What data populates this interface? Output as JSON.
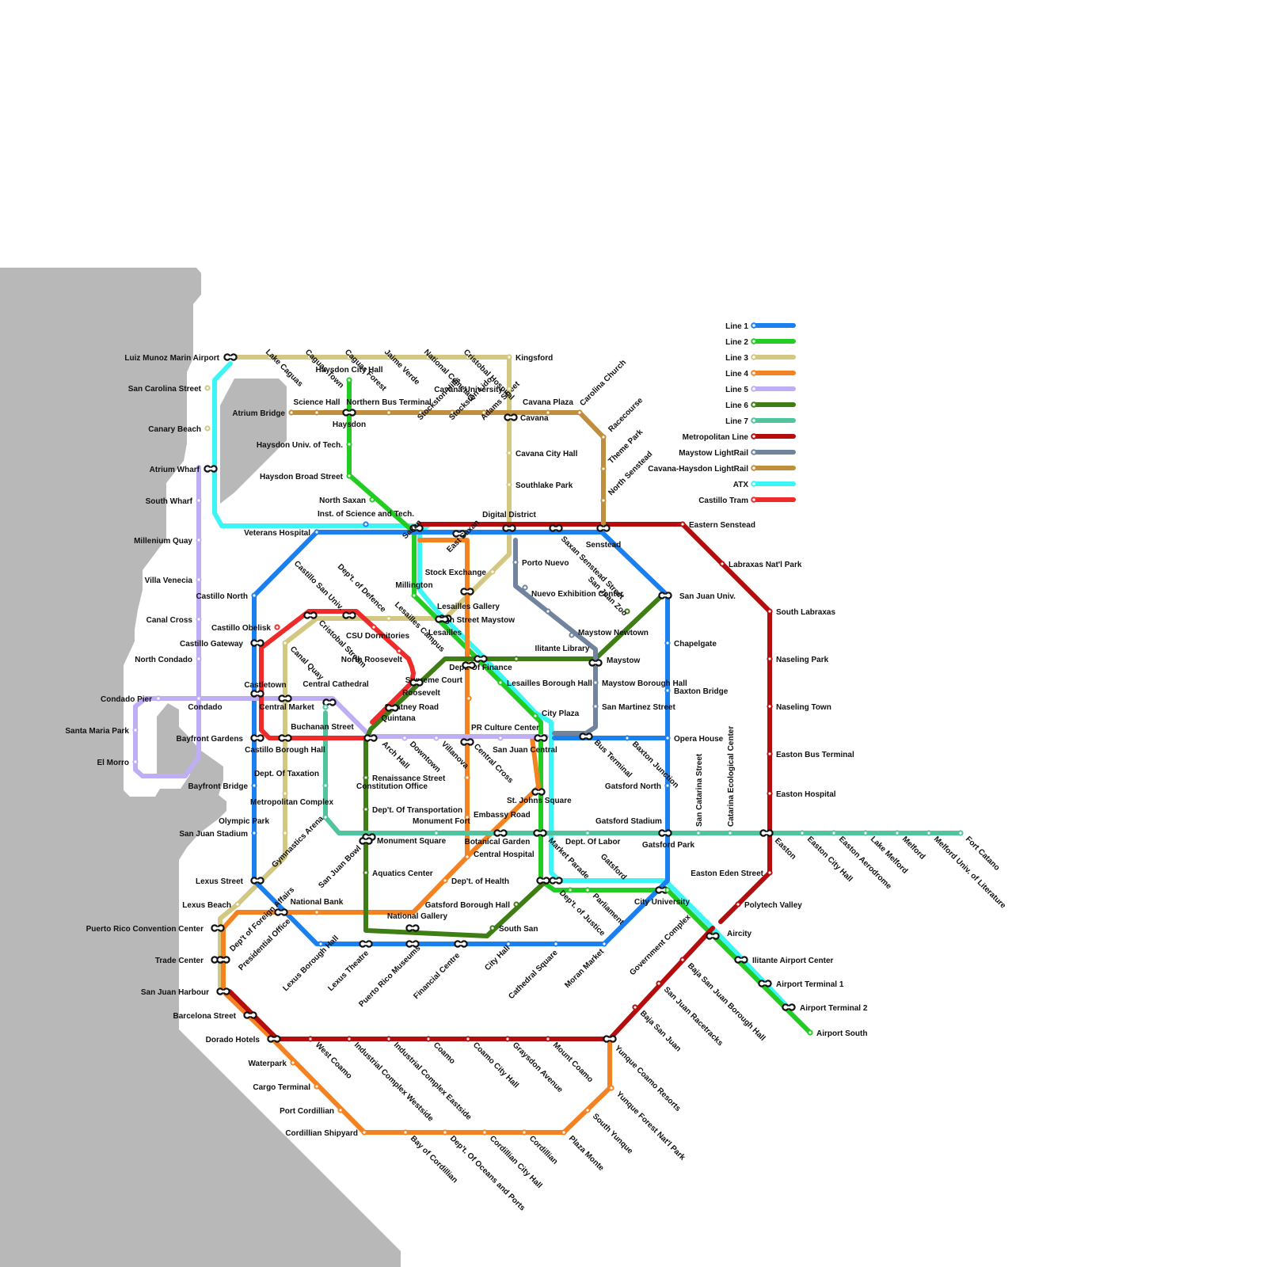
{
  "map": {
    "legend": [
      {
        "id": "l1",
        "label": "Line 1",
        "color": "#1a7fef"
      },
      {
        "id": "l2",
        "label": "Line 2",
        "color": "#22cc22"
      },
      {
        "id": "l3",
        "label": "Line 3",
        "color": "#d2c882"
      },
      {
        "id": "l4",
        "label": "Line 4",
        "color": "#f58220"
      },
      {
        "id": "l5",
        "label": "Line 5",
        "color": "#c0aef5"
      },
      {
        "id": "l6",
        "label": "Line 6",
        "color": "#3f7d15"
      },
      {
        "id": "l7",
        "label": "Line 7",
        "color": "#4fc49e"
      },
      {
        "id": "metro",
        "label": "Metropolitan Line",
        "color": "#b50d0d"
      },
      {
        "id": "mlr",
        "label": "Maystow LightRail",
        "color": "#71849e"
      },
      {
        "id": "chlr",
        "label": "Cavana-Haysdon LightRail",
        "color": "#c08f3d"
      },
      {
        "id": "atx",
        "label": "ATX",
        "color": "#3ef5f5"
      },
      {
        "id": "tram",
        "label": "Castillo Tram",
        "color": "#ee2a2a"
      }
    ],
    "stations": {
      "lake_caguas": "Lake Caguas",
      "caguas_town": "Caguas Town",
      "caguas_forest": "Caguas Forest",
      "jaime_verde": "Jaime Verde",
      "national_cemetary": "National Cemetary",
      "cristobal_hospital": "Cristobal Hospital",
      "kingsford": "Kingsford",
      "luiz_munoz": "Luiz Munoz Marin Airport",
      "san_carolina": "San Carolina Street",
      "canary_beach": "Canary Beach",
      "atrium_wharf": "Atrium Wharf",
      "south_wharf": "South Wharf",
      "millenium_quay": "Millenium Quay",
      "villa_venecia": "Villa Venecia",
      "canal_cross": "Canal Cross",
      "castillo_gateway": "Castillo Gateway",
      "north_condado": "North Condado",
      "condado_pier": "Condado Pier",
      "santa_maria_park": "Santa Maria Park",
      "el_morro": "El Morro",
      "bayfront_bridge": "Bayfront Bridge",
      "san_juan_stadium": "San Juan Stadium",
      "lexus_street": "Lexus Street",
      "lexus_beach": "Lexus Beach",
      "pr_convention": "Puerto Rico Convention Center",
      "trade_center": "Trade Center",
      "san_juan_harbour": "San Juan Harbour",
      "barcelona_street": "Barcelona Street",
      "dorado_hotels": "Dorado Hotels",
      "waterpark": "Waterpark",
      "cargo_terminal": "Cargo Terminal",
      "port_cordillian": "Port Cordillian",
      "cordillian_shipyard": "Cordillian Shipyard",
      "haysdon_city_hall": "Haysdon City Hall",
      "science_hall": "Science Hall",
      "northern_bus": "Northern Bus Terminal",
      "atrium_bridge": "Atrium Bridge",
      "haysdon": "Haysdon",
      "haysdon_univ": "Haysdon Univ. of Tech.",
      "haysdon_broad": "Haysdon Broad Street",
      "north_saxan": "North Saxan",
      "stockston_hills": "Stockston Hills",
      "stockston_lido": "Stockston Lido",
      "adams_street": "Adams Street",
      "cavana_university": "Cavana University",
      "cavana_plaza": "Cavana Plaza",
      "carolina_church": "Carolina Church",
      "cavana": "Cavana",
      "racecourse": "Racecourse",
      "theme_park": "Theme Park",
      "north_senstead": "North Senstead",
      "cavana_city_hall": "Cavana City Hall",
      "southlake_park": "Southlake Park",
      "inst_science": "Inst. of Science and Tech.",
      "veterans_hospital": "Veterans Hospital",
      "digital_district": "Digital District",
      "eastern_senstead": "Eastern Senstead",
      "senstead": "Senstead",
      "saxan": "Saxan",
      "east_saxan": "East Saxan",
      "stock_exchange": "Stock Exchange",
      "millington": "Millington",
      "porto_nuevo": "Porto Nuevo",
      "saxan_senstead": "Saxan Senstead Street",
      "labraxas_park": "Labraxas Nat'l Park",
      "nuevo_exhibition": "Nuevo Exhibition Center",
      "san_juan_zoo": "San Juan Zoo",
      "san_juan_univ": "San Juan Univ.",
      "south_labraxas": "South Labraxas",
      "castillo_north": "Castillo North",
      "castillo_san_univ": "Castillo San Univ.",
      "depth_defence": "Dep't. of Defence",
      "lesailles_campus": "Lesailles Campus",
      "lesailles_gallery": "Lesailles Gallery",
      "high_street": "High Street Maystow",
      "maystow_newtown": "Maystow Newtown",
      "castillo_obelisk": "Castillo Obelisk",
      "lesailles": "Lesailles",
      "csu_dorms": "CSU Dormitories",
      "cristobal_stream": "Cristobal Stream",
      "ilitante_library": "Ilitante Library",
      "maystow": "Maystow",
      "chapelgate": "Chapelgate",
      "naseling_park": "Naseling Park",
      "canal_quay": "Canal Quay",
      "north_roosevelt": "North Roosevelt",
      "dept_finance": "Dept. Of Finance",
      "supreme_court": "Supreme Court",
      "lesailles_borough": "Lesailles Borough Hall",
      "maystow_borough": "Maystow Borough Hall",
      "central_cathedral": "Central Cathedral",
      "castletown": "Castletown",
      "roosevelt": "Roosevelt",
      "baxton_bridge": "Baxton Bridge",
      "condado": "Condado",
      "central_market": "Central Market",
      "swatney_road": "Swatney Road",
      "san_martinez": "San Martinez Street",
      "naseling_town": "Naseling Town",
      "city_plaza": "City Plaza",
      "quintana": "Quintana",
      "buchanan_street": "Buchanan Street",
      "pr_culture": "PR Culture Center",
      "bayfront_gardens": "Bayfront Gardens",
      "opera_house": "Opera House",
      "castillo_borough": "Castillo Borough Hall",
      "arch_hall": "Arch Hall",
      "downtown": "Downtown",
      "villanova": "Villanova",
      "central_cross": "Central Cross",
      "san_juan_central": "San Juan Central",
      "bus_terminal": "Bus Terminal",
      "baxton_junction": "Baxton Junction",
      "easton_bus": "Easton Bus Terminal",
      "dept_taxation": "Dept. Of Taxation",
      "renaissance": "Renaissance Street",
      "constitution_office": "Constitution Office",
      "gatsford_north": "Gatsford North",
      "metropolitan_complex": "Metropolitan Complex",
      "st_johns": "St. Johns Square",
      "easton_hospital": "Easton Hospital",
      "dept_transportation": "Dep't. Of Transportation",
      "embassy_road": "Embassy Road",
      "san_catarina": "San Catarina Street",
      "catarina_eco": "Catarina Ecological Center",
      "olympic_park": "Olympic Park",
      "monument_fort": "Monument Fort",
      "gatsford_stadium": "Gatsford Stadium",
      "monument_square": "Monument Square",
      "botanical_garden": "Botanical Garden",
      "dept_labor": "Dept. Of Labor",
      "gatsford_park": "Gatsford Park",
      "easton": "Easton",
      "easton_city_hall": "Easton City Hall",
      "easton_aerodrome": "Easton Aerodrome",
      "lake_melford": "Lake Melford",
      "melford": "Melford",
      "melford_univ": "Melford Univ. of Literature",
      "fort_catano": "Fort Catano",
      "gymnastics_arena": "Gymnastics Arena",
      "san_juan_bowl": "San Juan Bowl",
      "central_hospital": "Central Hospital",
      "market_parade": "Market Parade",
      "gatsford": "Gatsford",
      "aquatics_center": "Aquatics Center",
      "dept_health": "Dep't. of Health",
      "easton_eden": "Easton Eden Street",
      "national_bank": "National Bank",
      "gatsford_borough": "Gatsford Borough Hall",
      "parliament": "Parliament",
      "city_university": "City University",
      "polytech_valley": "Polytech Valley",
      "dept_foreign": "Dep't of Foreign Affairs",
      "national_gallery": "National Gallery",
      "dept_justice": "Dep't. of Justice",
      "south_san": "South San",
      "aircity": "Aircity",
      "presidential_office": "Presidential Office",
      "lexus_borough": "Lexus Borough Hall",
      "lexus_theatre": "Lexus Theatre",
      "pr_museums": "Puerto Rico Museums",
      "financial_centre": "Financial Centre",
      "city_hall": "City Hall",
      "cathedral_square": "Cathedral Square",
      "moran_market": "Moran Market",
      "government_complex": "Government Complex",
      "baja_borough": "Baja San Juan Borough Hall",
      "ilitante_airport": "Ilitante Airport Center",
      "airport_t1": "Airport Terminal 1",
      "airport_t2": "Airport Terminal 2",
      "airport_south": "Airport South",
      "san_juan_racetracks": "San Juan Racetracks",
      "baja_san_juan": "Baja San Juan",
      "west_coamo": "West Coamo",
      "industrial_westside": "Industrial Complex Westside",
      "industrial_eastside": "Industrial Complex Eastside",
      "coamo": "Coamo",
      "coamo_city_hall": "Coamo City Hall",
      "graysdon_avenue": "Graysdon Avenue",
      "mount_coamo": "Mount Coamo",
      "yunque_resorts": "Yunque Coamo Resorts",
      "yunque_forest": "Yunque Forest Nat'l Park",
      "south_yunque": "South Yunque",
      "plaza_monte": "Plaza Monte",
      "cordillian": "Cordillian",
      "cordillian_city_hall": "Cordillian City Hall",
      "dept_oceans": "Dep't. Of Oceans and Ports",
      "bay_cordillian": "Bay of Cordillian"
    }
  }
}
